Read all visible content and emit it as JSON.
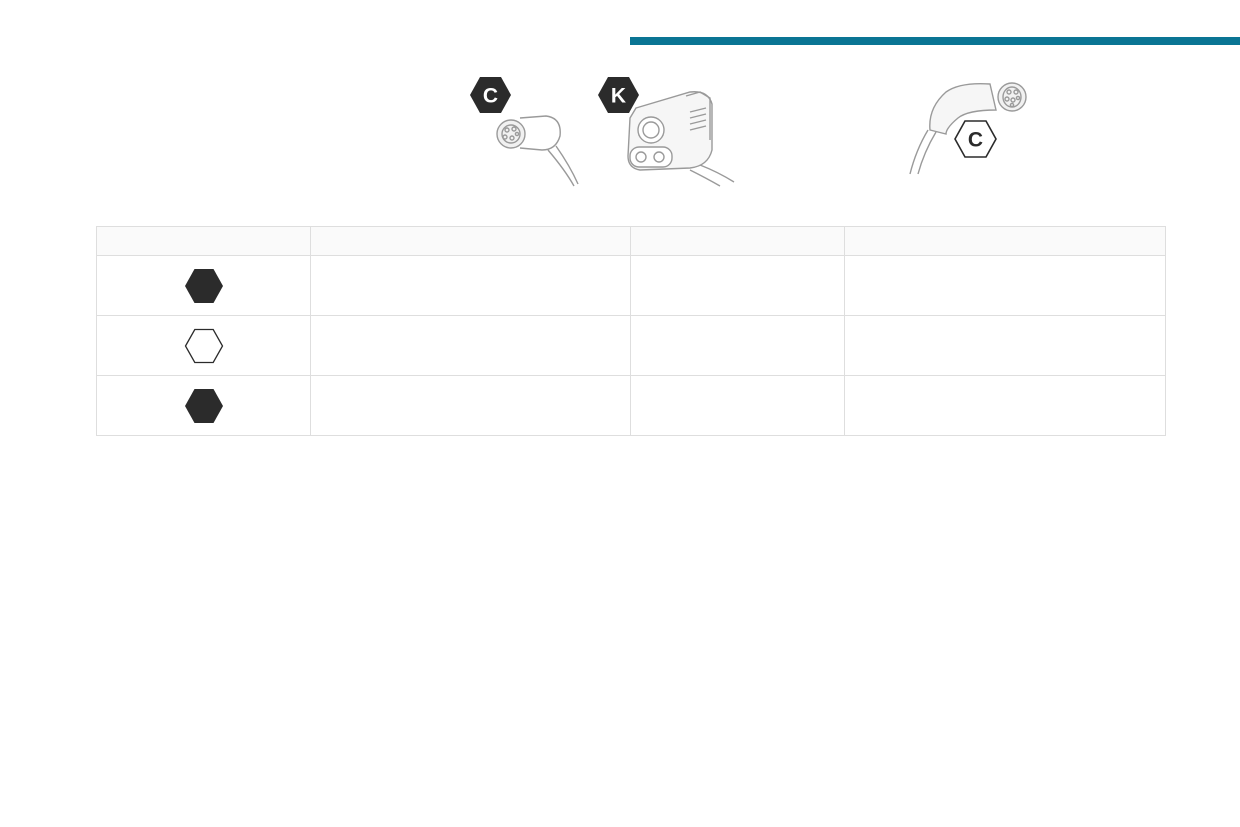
{
  "colors": {
    "accent": "#0a7594",
    "badge_fill": "#2b2b2b",
    "badge_outline": "#2b2b2b",
    "illustration_stroke": "#9a9a9a"
  },
  "illustrations": {
    "left_connector_badge": "C",
    "middle_connector_badge": "K",
    "right_connector_badge": "C"
  },
  "table": {
    "headers": [
      "",
      "",
      "",
      ""
    ],
    "rows": [
      {
        "indicator": "filled-hexagon",
        "cells": [
          "",
          "",
          ""
        ]
      },
      {
        "indicator": "outline-hexagon",
        "cells": [
          "",
          "",
          ""
        ]
      },
      {
        "indicator": "filled-hexagon",
        "cells": [
          "",
          "",
          ""
        ]
      }
    ]
  }
}
